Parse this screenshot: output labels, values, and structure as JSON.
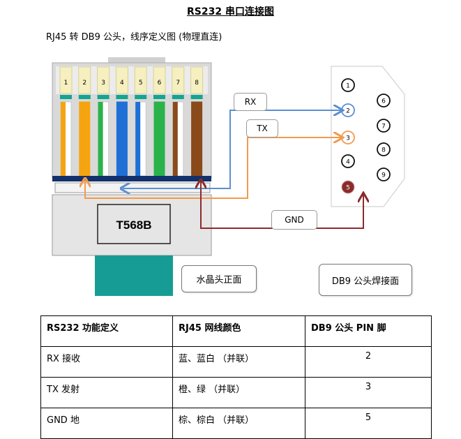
{
  "title": "RS232 串口连接图",
  "subtitle": "RJ45 转 DB9 公头，线序定义图 (物理直连)",
  "rj45": {
    "pins": [
      "1",
      "2",
      "3",
      "4",
      "5",
      "6",
      "7",
      "8"
    ],
    "standard": "T568B",
    "caption": "水晶头正面",
    "wire_colors": {
      "pin1_solid": "#ffffff",
      "pin1_stripe": "#f5a40f",
      "pin2": "#f5a40f",
      "pin3_solid": "#ffffff",
      "pin3_stripe": "#29b34a",
      "pin4": "#1f6fd6",
      "pin5_solid": "#ffffff",
      "pin5_stripe": "#1f6fd6",
      "pin6": "#29b34a",
      "pin7_solid": "#ffffff",
      "pin7_stripe": "#8a4a1a",
      "pin8": "#8a4a1a"
    }
  },
  "db9": {
    "caption": "DB9 公头焊接面",
    "top_row": [
      "1",
      "2",
      "3",
      "4",
      "5"
    ],
    "bottom_row": [
      "6",
      "7",
      "8",
      "9"
    ]
  },
  "signals": {
    "rx": {
      "label": "RX",
      "color": "#5b8fd1"
    },
    "tx": {
      "label": "TX",
      "color": "#f39a4b"
    },
    "gnd": {
      "label": "GND",
      "color": "#8b2b2b"
    }
  },
  "table": {
    "headers": [
      "RS232 功能定义",
      "RJ45 网线颜色",
      "DB9 公头 PIN 脚"
    ],
    "rows": [
      [
        "RX 接收",
        "蓝、蓝白  （并联）",
        "2"
      ],
      [
        "TX 发射",
        "橙、绿     （并联）",
        "3"
      ],
      [
        "GND 地",
        "棕、棕白  （并联）",
        "5"
      ]
    ]
  }
}
